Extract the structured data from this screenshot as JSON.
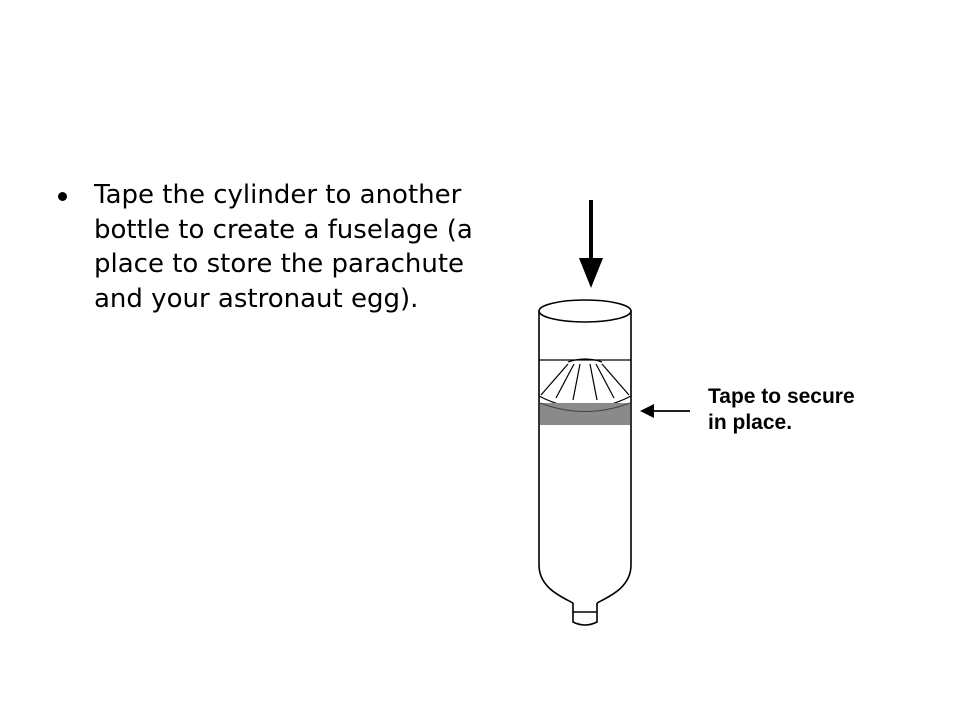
{
  "bullets": [
    {
      "text": "Tape the cylinder to another bottle to create a fuselage (a place to store the parachute and your astronaut egg)."
    }
  ],
  "diagram": {
    "callout_lines": [
      "Tape to secure",
      "in place."
    ],
    "icons": {
      "down_arrow": "down-arrow-icon",
      "left_arrow": "left-arrow-icon"
    },
    "colors": {
      "ink": "#000000",
      "tape": "#8a8a8a",
      "inner_bottle": "#cfcfcf"
    }
  }
}
